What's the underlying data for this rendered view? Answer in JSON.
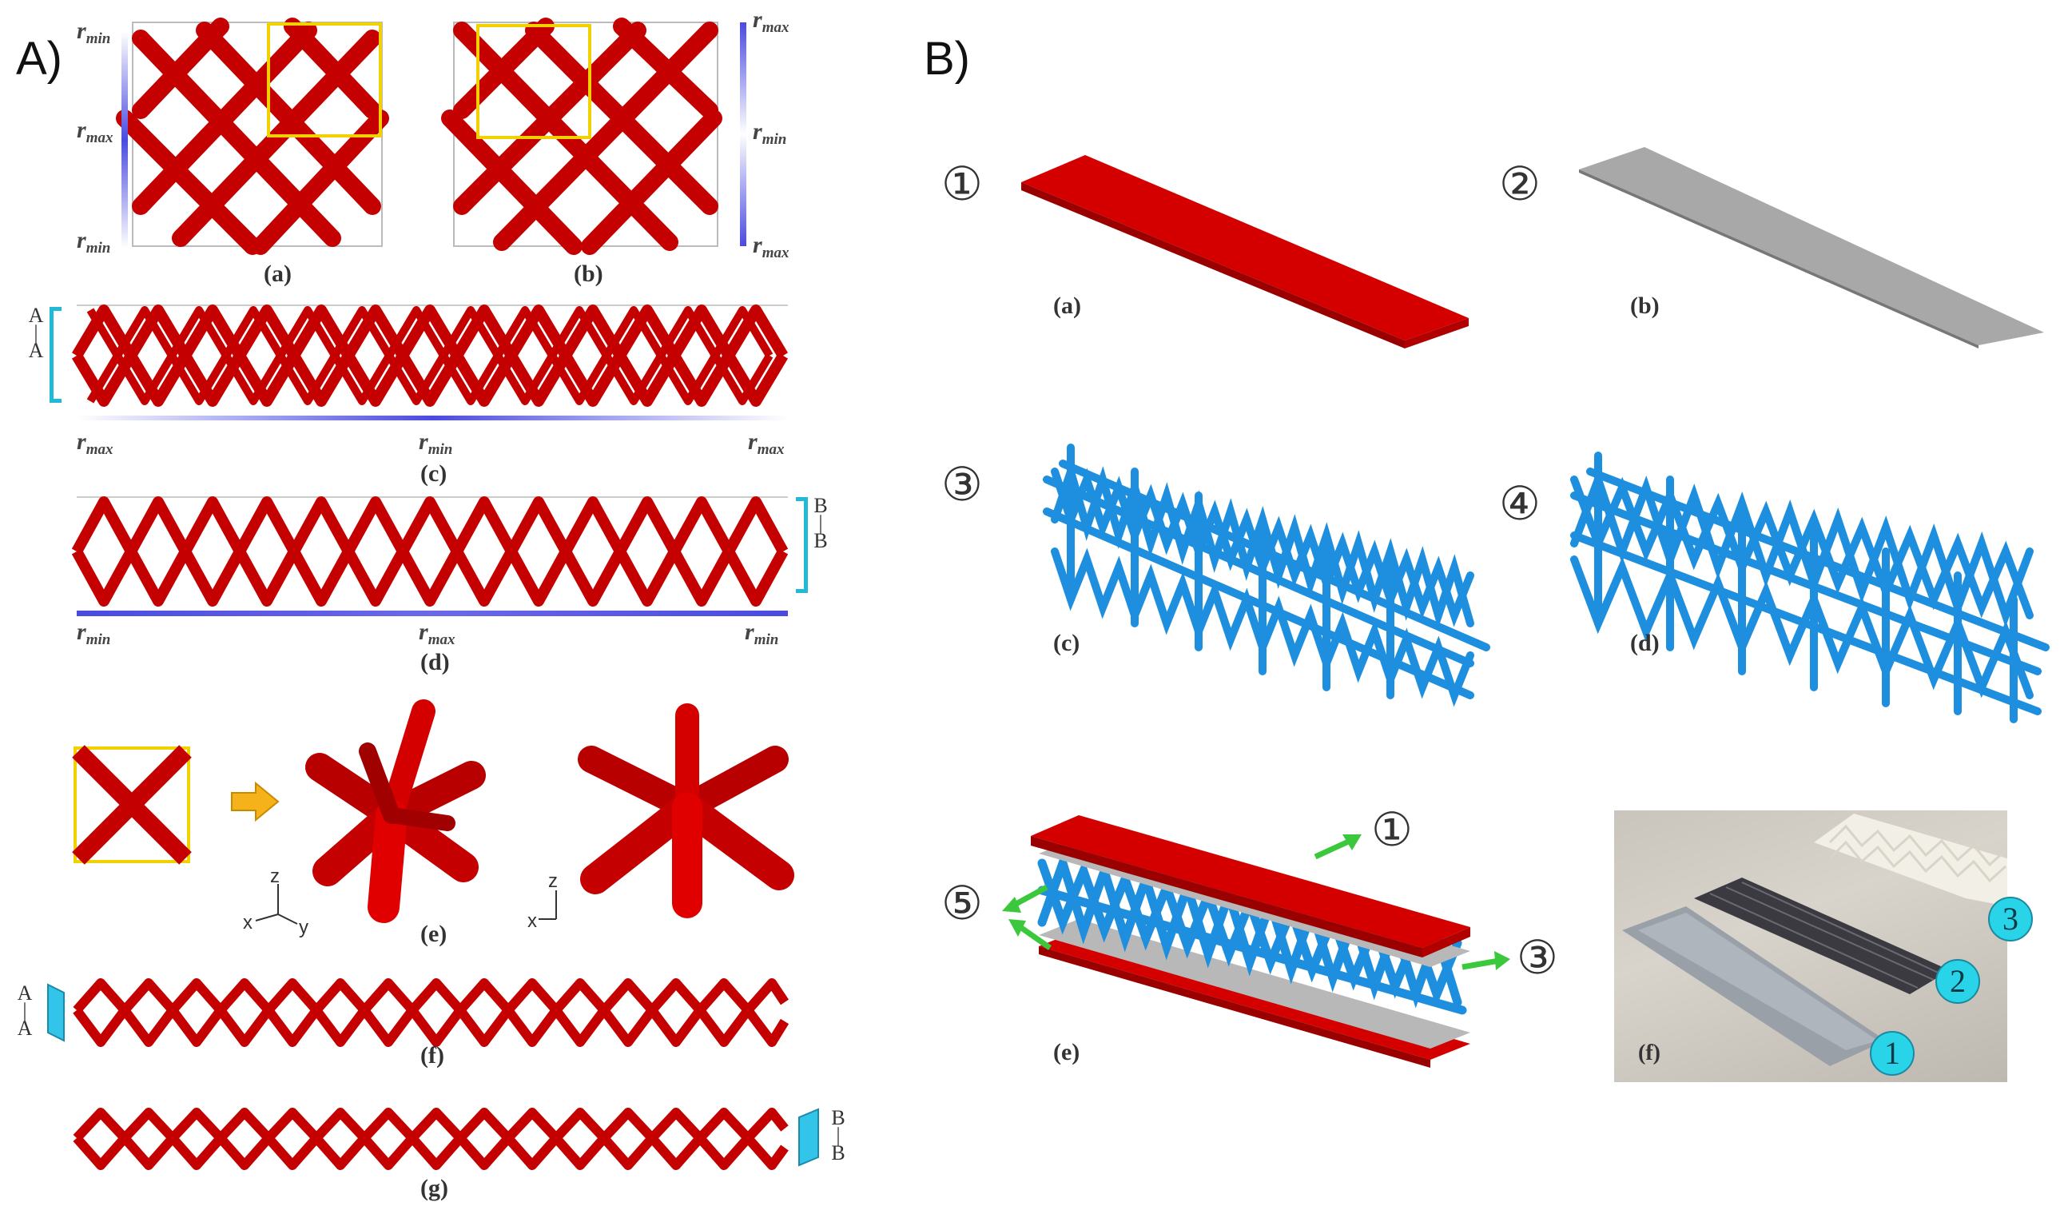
{
  "panels": {
    "A": "A)",
    "B": "B)"
  },
  "partA": {
    "captions": {
      "a": "(a)",
      "b": "(b)",
      "c": "(c)",
      "d": "(d)",
      "e": "(e)",
      "f": "(f)",
      "g": "(g)"
    },
    "r_letter": "r",
    "r_min": "min",
    "r_max": "max",
    "section_AA": [
      "A",
      "A"
    ],
    "section_BB": [
      "B",
      "B"
    ],
    "axes_left": [
      "z",
      "x",
      "y"
    ],
    "axes_right": [
      "z",
      "x"
    ]
  },
  "partB": {
    "captions": {
      "a": "(a)",
      "b": "(b)",
      "c": "(c)",
      "d": "(d)",
      "e": "(e)",
      "f": "(f)"
    },
    "markers": [
      "①",
      "②",
      "③",
      "④",
      "⑤"
    ],
    "photo_badges": [
      "1",
      "2",
      "3"
    ]
  },
  "colors": {
    "lattice_red": "#d40000",
    "lattice_blue": "#1e8fdf",
    "skin_gray": "#a8a8a8",
    "badge_cyan": "#29d3e8",
    "arrow_green": "#3cc83c",
    "box_yellow": "#f2d100",
    "gradient_blue": "#4a4ae0"
  }
}
